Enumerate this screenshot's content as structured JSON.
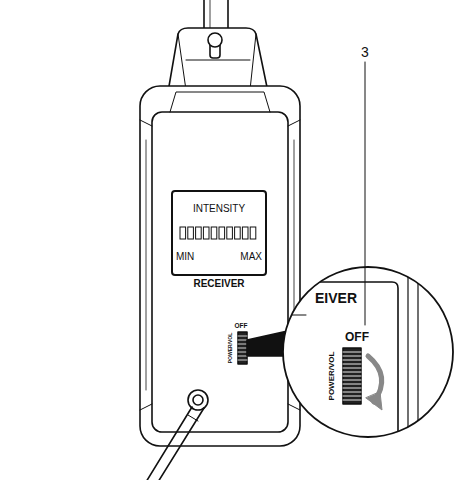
{
  "diagram": {
    "nodes": [
      {
        "text": [
          "INTENSITY",
          "MIN",
          "MAX"
        ]
      }
    ],
    "labels": [
      "RECEIVER",
      "OFF",
      "POWER/VOL",
      "EIVER",
      "OFF",
      "POWER/VOL",
      "3"
    ]
  }
}
